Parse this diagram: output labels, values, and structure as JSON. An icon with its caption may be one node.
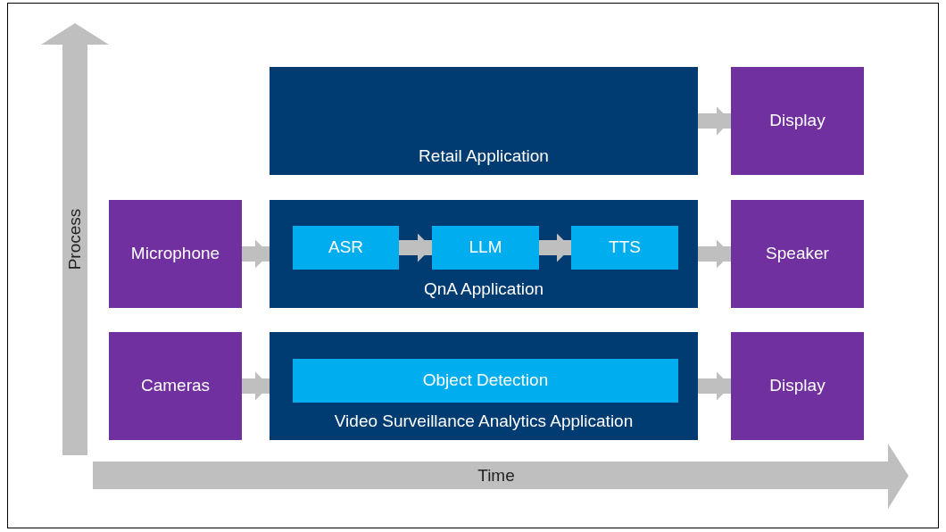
{
  "diagram": {
    "nodes": [
      {
        "text": [
          "Retail Application"
        ]
      },
      {
        "text": [
          "Display"
        ]
      },
      {
        "text": [
          "Microphone"
        ]
      },
      {
        "text": [
          "QnA Application"
        ]
      },
      {
        "text": [
          "ASR"
        ],
        "in": 3
      },
      {
        "text": [
          "LLM"
        ],
        "in": 3
      },
      {
        "text": [
          "TTS"
        ],
        "in": 3
      },
      {
        "text": [
          "Speaker"
        ]
      },
      {
        "text": [
          "Cameras"
        ]
      },
      {
        "text": [
          "Video Surveillance Analytics Application"
        ]
      },
      {
        "text": [
          "Object Detection"
        ],
        "in": 9
      },
      {
        "text": [
          "Display"
        ]
      }
    ],
    "edges": [
      {
        "from": 0,
        "to": 1,
        "arrow": "to"
      },
      {
        "from": 2,
        "to": 3,
        "arrow": "to"
      },
      {
        "from": 4,
        "to": 5,
        "arrow": "to"
      },
      {
        "from": 5,
        "to": 6,
        "arrow": "to"
      },
      {
        "from": 3,
        "to": 7,
        "arrow": "to"
      },
      {
        "from": 8,
        "to": 9,
        "arrow": "to"
      },
      {
        "from": 9,
        "to": 11,
        "arrow": "to"
      }
    ],
    "labels": [
      "Process",
      "Time"
    ]
  }
}
